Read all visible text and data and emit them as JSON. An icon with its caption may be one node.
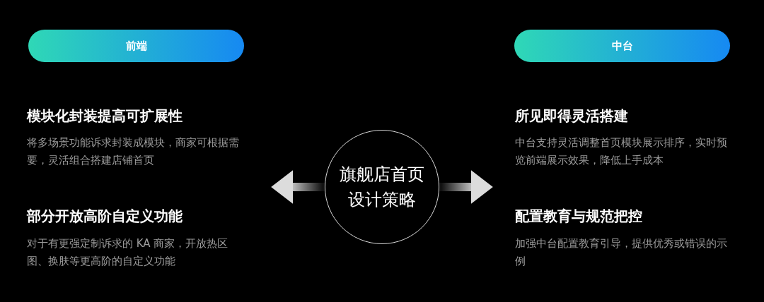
{
  "diagram": {
    "nodes": [
      {
        "text": [
          "前端"
        ]
      },
      {
        "text": [
          "中台"
        ]
      },
      {
        "text": [
          "旗舰店首页设计策略"
        ]
      }
    ],
    "edges": [
      {
        "from": 2,
        "to": null,
        "arrow": "to"
      },
      {
        "from": 2,
        "to": null,
        "arrow": "to"
      }
    ],
    "labels": [
      "模块化封装提高可扩展性",
      "将多场景功能诉求封装成模块，商家可根据需要，灵活组合搭建店铺首页",
      "部分开放高阶自定义功能",
      "对于有更强定制诉求的 KA 商家，开放热区图、换肤等更高阶的自定义功能",
      "所见即得灵活搭建",
      "中台支持灵活调整首页模块展示排序，实时预览前端展示效果，降低上手成本",
      "配置教育与规范把控",
      "加强中台配置教育引导，提供优秀或错误的示例"
    ]
  }
}
